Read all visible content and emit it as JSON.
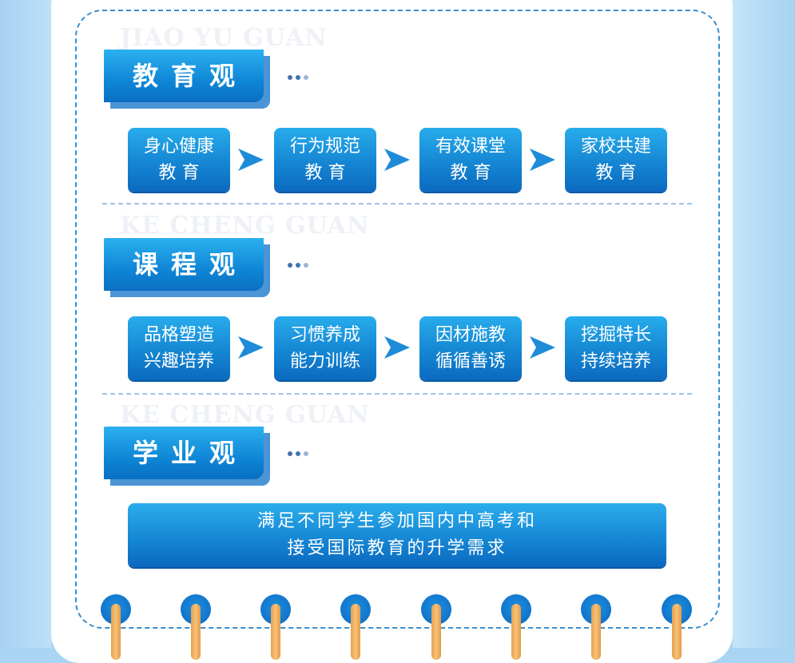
{
  "watermarks": [
    "JIAO YU GUAN",
    "KE CHENG GUAN",
    "KE CHENG GUAN"
  ],
  "sections": [
    {
      "title": "教育观",
      "steps": [
        {
          "line1": "身心健康",
          "line2": "教 育"
        },
        {
          "line1": "行为规范",
          "line2": "教 育"
        },
        {
          "line1": "有效课堂",
          "line2": "教 育"
        },
        {
          "line1": "家校共建",
          "line2": "教 育"
        }
      ]
    },
    {
      "title": "课程观",
      "steps": [
        {
          "line1": "品格塑造",
          "line2": "兴趣培养"
        },
        {
          "line1": "习惯养成",
          "line2": "能力训练"
        },
        {
          "line1": "因材施教",
          "line2": "循循善诱"
        },
        {
          "line1": "挖掘特长",
          "line2": "持续培养"
        }
      ]
    },
    {
      "title": "学业观",
      "banner": {
        "line1": "满足不同学生参加国内中高考和",
        "line2": "接受国际教育的升学需求"
      }
    }
  ],
  "colors": {
    "background": "#a9d4f2",
    "accent_blue": "#1586d3",
    "rod_orange": "#f0b060"
  }
}
